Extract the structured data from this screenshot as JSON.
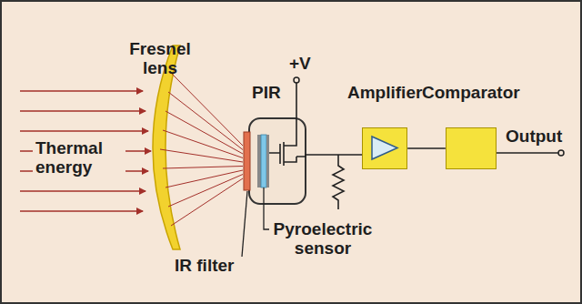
{
  "diagram": {
    "nodes": [
      {
        "text": [
          "Amplifier"
        ]
      },
      {
        "text": [
          "Comparator"
        ]
      }
    ],
    "edges": [
      {
        "from": 0,
        "to": 1,
        "arrow": "none"
      }
    ],
    "labels": [
      "Fresnel lens",
      "Thermal energy",
      "+V",
      "PIR",
      "Output",
      "Pyroelectric sensor",
      "IR filter"
    ]
  }
}
